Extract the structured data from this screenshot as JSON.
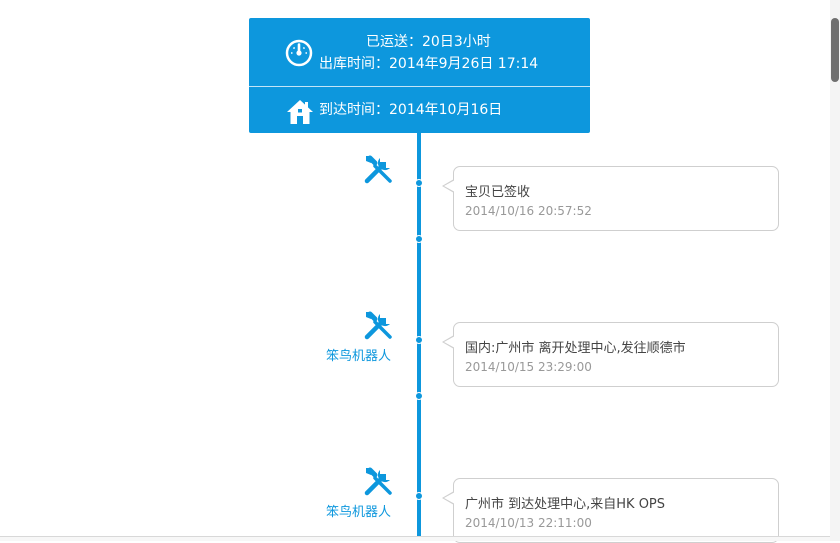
{
  "header": {
    "shipped": "已运送：20日3小时",
    "out_time": "出库时间：2014年9月26日 17:14",
    "arrival": "到达时间：2014年10月16日"
  },
  "events": [
    {
      "operator": "",
      "message": "宝贝已签收",
      "time": "2014/10/16 20:57:52"
    },
    {
      "operator": "笨鸟机器人",
      "message": "国内:广州市 离开处理中心,发往顺德市",
      "time": "2014/10/15 23:29:00"
    },
    {
      "operator": "笨鸟机器人",
      "message": "广州市 到达处理中心,来自HK OPS",
      "time": "2014/10/13 22:11:00"
    }
  ],
  "colors": {
    "accent": "#0d97dd",
    "card_border": "#cfcfcf"
  },
  "icons": {
    "header_top": "speedometer-icon",
    "header_bottom": "home-icon",
    "event": "tools-icon"
  }
}
